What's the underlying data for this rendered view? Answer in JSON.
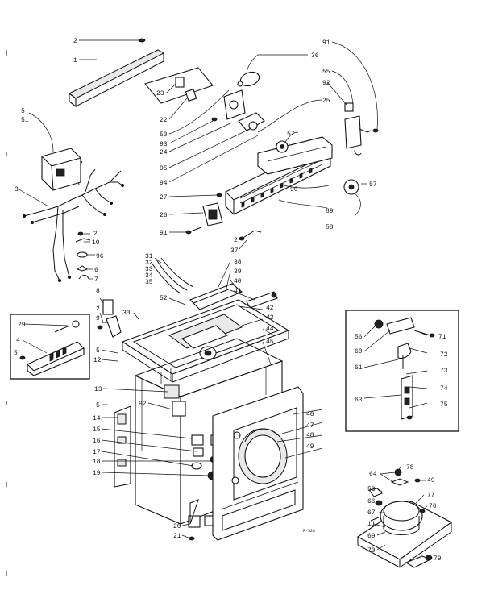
{
  "figure": {
    "callouts": [
      {
        "id": "c2a",
        "text": "2"
      },
      {
        "id": "c1",
        "text": "1"
      },
      {
        "id": "c5a",
        "text": "5"
      },
      {
        "id": "c51",
        "text": "51"
      },
      {
        "id": "c3",
        "text": "3"
      },
      {
        "id": "c2b",
        "text": "2"
      },
      {
        "id": "c10",
        "text": "10"
      },
      {
        "id": "c96",
        "text": "96"
      },
      {
        "id": "c6",
        "text": "6"
      },
      {
        "id": "c7",
        "text": "7"
      },
      {
        "id": "c8",
        "text": "8"
      },
      {
        "id": "c2c",
        "text": "2"
      },
      {
        "id": "c9",
        "text": "9"
      },
      {
        "id": "c29",
        "text": "29"
      },
      {
        "id": "c4",
        "text": "4"
      },
      {
        "id": "c5b",
        "text": "5"
      },
      {
        "id": "c5c",
        "text": "5"
      },
      {
        "id": "c12",
        "text": "12"
      },
      {
        "id": "c13",
        "text": "13"
      },
      {
        "id": "c92b",
        "text": "92"
      },
      {
        "id": "c5d",
        "text": "5"
      },
      {
        "id": "c14",
        "text": "14"
      },
      {
        "id": "c15",
        "text": "15"
      },
      {
        "id": "c16a",
        "text": "16"
      },
      {
        "id": "c17",
        "text": "17"
      },
      {
        "id": "c18",
        "text": "18"
      },
      {
        "id": "c19",
        "text": "19"
      },
      {
        "id": "c20",
        "text": "20"
      },
      {
        "id": "c21",
        "text": "21"
      },
      {
        "id": "c23",
        "text": "23"
      },
      {
        "id": "c22",
        "text": "22"
      },
      {
        "id": "c50",
        "text": "50"
      },
      {
        "id": "c93",
        "text": "93"
      },
      {
        "id": "c24",
        "text": "24"
      },
      {
        "id": "c95",
        "text": "95"
      },
      {
        "id": "c94",
        "text": "94"
      },
      {
        "id": "c27",
        "text": "27"
      },
      {
        "id": "c26",
        "text": "26"
      },
      {
        "id": "c91b",
        "text": "91"
      },
      {
        "id": "c2d",
        "text": "2"
      },
      {
        "id": "c37",
        "text": "37"
      },
      {
        "id": "c31",
        "text": "31"
      },
      {
        "id": "c32",
        "text": "32"
      },
      {
        "id": "c33",
        "text": "33"
      },
      {
        "id": "c34",
        "text": "34"
      },
      {
        "id": "c35",
        "text": "35"
      },
      {
        "id": "c38",
        "text": "38"
      },
      {
        "id": "c39",
        "text": "39"
      },
      {
        "id": "c40",
        "text": "40"
      },
      {
        "id": "c41",
        "text": "41"
      },
      {
        "id": "c42",
        "text": "42"
      },
      {
        "id": "c43",
        "text": "43"
      },
      {
        "id": "c44",
        "text": "44"
      },
      {
        "id": "c45",
        "text": "45"
      },
      {
        "id": "c52",
        "text": "52"
      },
      {
        "id": "c30",
        "text": "30"
      },
      {
        "id": "c36",
        "text": "36"
      },
      {
        "id": "c91a",
        "text": "91"
      },
      {
        "id": "c55",
        "text": "55"
      },
      {
        "id": "c92a",
        "text": "92"
      },
      {
        "id": "c25",
        "text": "25"
      },
      {
        "id": "c57a",
        "text": "57"
      },
      {
        "id": "c57b",
        "text": "57"
      },
      {
        "id": "c90",
        "text": "90"
      },
      {
        "id": "c89",
        "text": "89"
      },
      {
        "id": "c58",
        "text": "58"
      },
      {
        "id": "c46",
        "text": "46"
      },
      {
        "id": "c47",
        "text": "47"
      },
      {
        "id": "c48",
        "text": "48"
      },
      {
        "id": "c49a",
        "text": "49"
      },
      {
        "id": "c56",
        "text": "56"
      },
      {
        "id": "c71",
        "text": "71"
      },
      {
        "id": "c60",
        "text": "60"
      },
      {
        "id": "c72",
        "text": "72"
      },
      {
        "id": "c61",
        "text": "61"
      },
      {
        "id": "c73",
        "text": "73"
      },
      {
        "id": "c63",
        "text": "63"
      },
      {
        "id": "c74",
        "text": "74"
      },
      {
        "id": "c75",
        "text": "75"
      },
      {
        "id": "c64",
        "text": "64"
      },
      {
        "id": "c78",
        "text": "78"
      },
      {
        "id": "c49b",
        "text": "49"
      },
      {
        "id": "c53",
        "text": "53"
      },
      {
        "id": "c66",
        "text": "66"
      },
      {
        "id": "c77",
        "text": "77"
      },
      {
        "id": "c67",
        "text": "67"
      },
      {
        "id": "c76",
        "text": "76"
      },
      {
        "id": "c11",
        "text": "11"
      },
      {
        "id": "c69",
        "text": "69"
      },
      {
        "id": "c70",
        "text": "70"
      },
      {
        "id": "c79",
        "text": "79"
      }
    ],
    "drawing_code": "F-528"
  }
}
